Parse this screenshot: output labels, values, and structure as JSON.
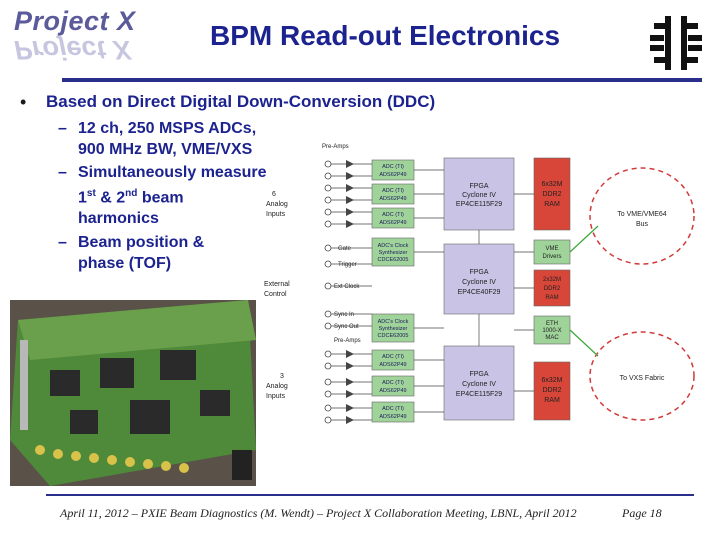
{
  "header": {
    "logo_text": "Project X",
    "title": "BPM Read-out Electronics",
    "fermilab_logo": "fermilab-logo"
  },
  "content": {
    "bullet": "Based on Direct Digital Down-Conversion (DDC)",
    "subs": [
      {
        "lines": [
          "12 ch, 250 MSPS ADCs,",
          "900 MHz BW, VME/VXS"
        ]
      },
      {
        "lines": [
          "Simultaneously measure",
          "1st & 2nd beam",
          "harmonics"
        ]
      },
      {
        "lines": [
          "Beam position &",
          "phase (TOF)"
        ]
      }
    ]
  },
  "diagram": {
    "left_labels": {
      "pre_amps_top": "Pre-Amps",
      "analog_top": [
        "6",
        "Analog",
        "Inputs"
      ],
      "gate": "Gate",
      "trigger": "Trigger",
      "external": [
        "External",
        "Control"
      ],
      "ext_clock": "Ext Clock",
      "sync_in": "Sync In",
      "sync_out": "Sync Out",
      "pre_amps_bottom": "Pre-Amps",
      "analog_bottom": [
        "3",
        "Analog",
        "Inputs"
      ]
    },
    "adc_top": [
      [
        "ADC (TI)",
        "ADS62P49"
      ],
      [
        "ADC (TI)",
        "ADS62P49"
      ],
      [
        "ADC (TI)",
        "ADS62P49"
      ]
    ],
    "adc_clock_top": [
      "ADC's Clock",
      "Synthesizer",
      "CDCE62005"
    ],
    "adc_clock_bottom": [
      "ADC's Clock",
      "Synthesizer",
      "CDCE62005"
    ],
    "adc_bottom": [
      [
        "ADC (TI)",
        "ADS62P49"
      ],
      [
        "ADC (TI)",
        "ADS62P49"
      ],
      [
        "ADC (TI)",
        "ADS62P49"
      ]
    ],
    "fpga_top": [
      "FPGA",
      "Cyclone IV",
      "EP4CE115F29"
    ],
    "fpga_mid": [
      "FPGA",
      "Cyclone IV",
      "EP4CE40F29"
    ],
    "fpga_bottom": [
      "FPGA",
      "Cyclone IV",
      "EP4CE115F29"
    ],
    "ram_top": [
      "6x32M",
      "DDR2",
      "RAM"
    ],
    "ram_mid": [
      "2x32M",
      "DDR2",
      "RAM"
    ],
    "ram_bottom": [
      "6x32M",
      "DDR2",
      "RAM"
    ],
    "vme_drivers": [
      "VME",
      "Drivers"
    ],
    "eth_mac": [
      "ETH",
      "1000-X",
      "MAC"
    ],
    "to_vme": [
      "To VME/VME64",
      "Bus"
    ],
    "to_vxs": "To VXS Fabric",
    "colors": {
      "fpga": "#c9c4e6",
      "ram": "#d8463a",
      "adc": "#9fd39a",
      "arrow_green": "#3aa83a",
      "dash_red": "#d23a3a"
    }
  },
  "photo": {
    "description_icon": "board-photo"
  },
  "footer": {
    "text": "April 11, 2012 – PXIE Beam Diagnostics (M. Wendt) – Project X Collaboration Meeting, LBNL, April 2012",
    "page": "Page 18"
  }
}
